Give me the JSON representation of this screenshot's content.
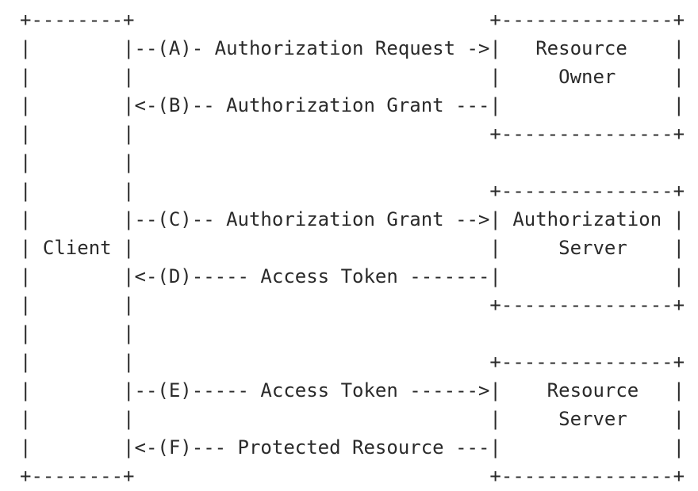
{
  "diagram": {
    "background_color": "#ffffff",
    "text_color": "#2a2a2a",
    "entities": {
      "client": "Client",
      "resource_owner": "Resource Owner",
      "authorization_server": "Authorization Server",
      "resource_server": "Resource Server"
    },
    "flows": [
      {
        "step": "A",
        "label": "Authorization Request",
        "from": "Client",
        "to": "Resource Owner"
      },
      {
        "step": "B",
        "label": "Authorization Grant",
        "from": "Resource Owner",
        "to": "Client"
      },
      {
        "step": "C",
        "label": "Authorization Grant",
        "from": "Client",
        "to": "Authorization Server"
      },
      {
        "step": "D",
        "label": "Access Token",
        "from": "Authorization Server",
        "to": "Client"
      },
      {
        "step": "E",
        "label": "Access Token",
        "from": "Client",
        "to": "Resource Server"
      },
      {
        "step": "F",
        "label": "Protected Resource",
        "from": "Resource Server",
        "to": "Client"
      }
    ],
    "ascii_lines": [
      "+--------+                               +---------------+",
      "|        |--(A)- Authorization Request ->|   Resource    |",
      "|        |                               |     Owner     |",
      "|        |<-(B)-- Authorization Grant ---|               |",
      "|        |                               +---------------+",
      "|        |",
      "|        |                               +---------------+",
      "|        |--(C)-- Authorization Grant -->| Authorization |",
      "| Client |                               |     Server    |",
      "|        |<-(D)----- Access Token -------|               |",
      "|        |                               +---------------+",
      "|        |",
      "|        |                               +---------------+",
      "|        |--(E)----- Access Token ------>|    Resource   |",
      "|        |                               |     Server    |",
      "|        |<-(F)--- Protected Resource ---|               |",
      "+--------+                               +---------------+"
    ]
  }
}
